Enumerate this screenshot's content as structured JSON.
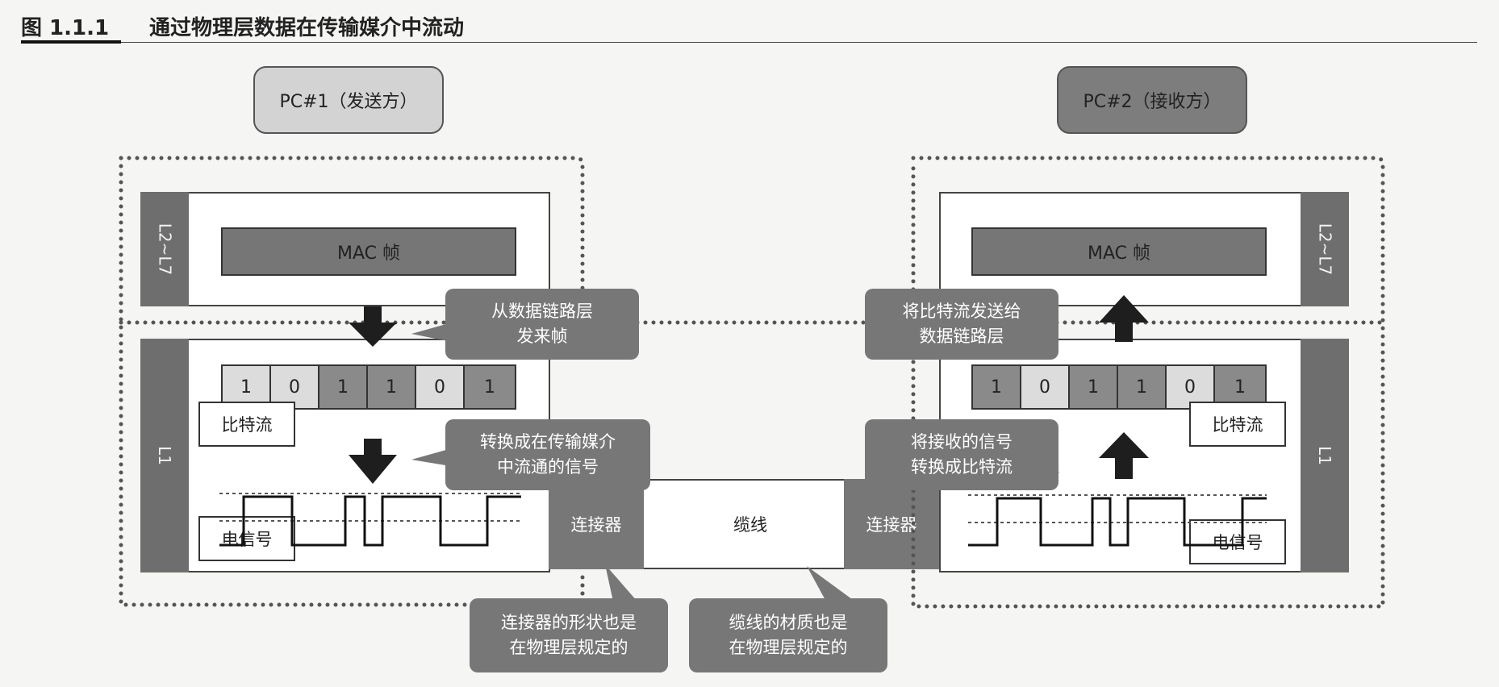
{
  "figure": {
    "number": "图 1.1.1",
    "title": "通过物理层数据在传输媒介中流动"
  },
  "pc1": {
    "label": "PC#1（发送方）",
    "layer_upper": "L2~L7",
    "layer_lower": "L1",
    "mac": "MAC 帧",
    "bits": [
      "1",
      "0",
      "1",
      "1",
      "0",
      "1"
    ],
    "bitstream_label": "比特流",
    "signal_label": "电信号",
    "callout_datalink": "从数据链路层\n发来帧",
    "callout_convert": "转换成在传输媒介\n中流通的信号",
    "accent": "#c8c8c8"
  },
  "pc2": {
    "label": "PC#2（接收方）",
    "layer_upper": "L2~L7",
    "layer_lower": "L1",
    "mac": "MAC 帧",
    "bits": [
      "1",
      "0",
      "1",
      "1",
      "0",
      "1"
    ],
    "bitstream_label": "比特流",
    "signal_label": "电信号",
    "callout_datalink": "将比特流发送给\n数据链路层",
    "callout_convert": "将接收的信号\n转换成比特流",
    "accent": "#7a7a7a"
  },
  "medium": {
    "connector_left": "连接器",
    "connector_right": "连接器",
    "cable": "缆线",
    "note_connector": "连接器的形状也是\n在物理层规定的",
    "note_cable": "缆线的材质也是\n在物理层规定的"
  }
}
